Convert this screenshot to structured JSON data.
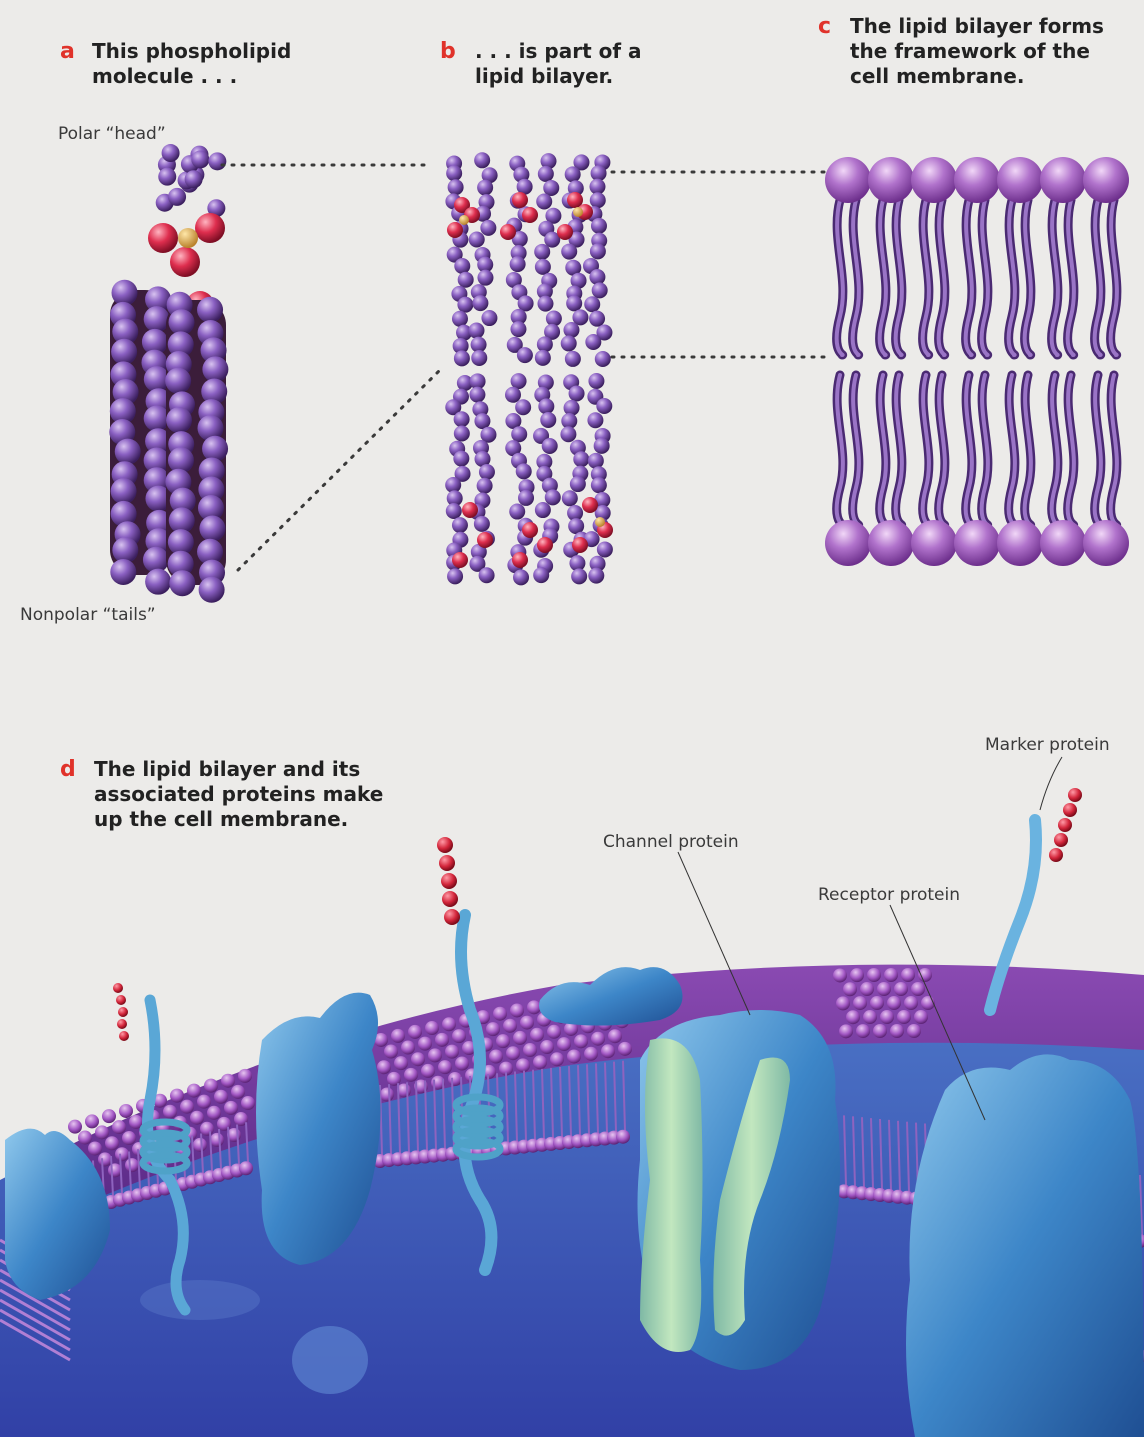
{
  "panel_a": {
    "letter": "a",
    "caption_lines": [
      "This phospholipid",
      "molecule . . ."
    ],
    "head_label": "Polar “head”",
    "tails_label": "Nonpolar “tails”"
  },
  "panel_b": {
    "letter": "b",
    "caption_lines": [
      ". . . is part of a",
      "lipid bilayer."
    ]
  },
  "panel_c": {
    "letter": "c",
    "caption_lines": [
      "The lipid bilayer forms",
      "the framework of the",
      "cell membrane."
    ]
  },
  "panel_d": {
    "letter": "d",
    "caption_lines": [
      "The lipid bilayer and its",
      "associated proteins make",
      "up the cell membrane."
    ],
    "labels": {
      "marker": "Marker protein",
      "channel": "Channel protein",
      "receptor": "Receptor protein"
    }
  },
  "colors": {
    "background": "#ecebe9",
    "atom_purple": "#6a3f94",
    "atom_red": "#d42747",
    "atom_gold": "#d7a23c",
    "head_purple": "#a35fbf",
    "tail_purple": "#7a50a8",
    "protein_blue": "#3e87c9",
    "channel_green": "#a9d7a5",
    "cytoplasm_blue": "#3f58b8",
    "label_red": "#e0322a"
  }
}
